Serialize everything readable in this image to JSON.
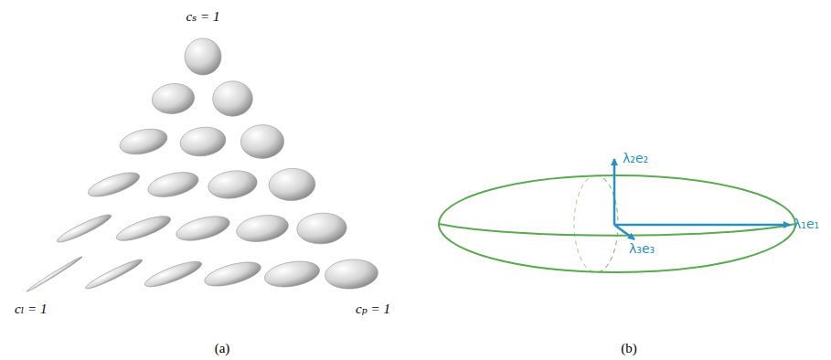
{
  "diagram": {
    "labels": [
      "cₛ = 1",
      "cₗ = 1",
      "cₚ = 1",
      "(a)",
      "λ₂e₂",
      "λ₁e₁",
      "λ₃e₃",
      "(b)"
    ]
  }
}
